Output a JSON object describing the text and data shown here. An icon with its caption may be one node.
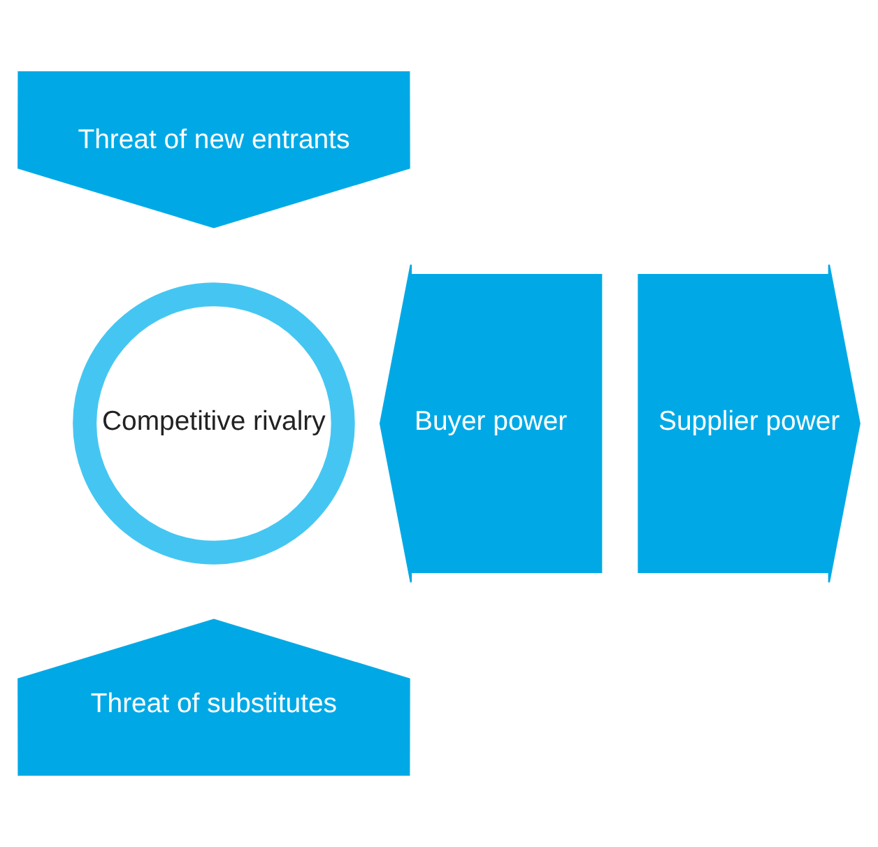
{
  "diagram": {
    "nodes": [
      {
        "text": [
          "Threat of new entrants"
        ]
      },
      {
        "text": [
          "Supplier power"
        ]
      },
      {
        "text": [
          "Competitive rivalry"
        ]
      },
      {
        "text": [
          "Buyer power"
        ]
      },
      {
        "text": [
          "Threat of substitutes"
        ]
      }
    ]
  }
}
